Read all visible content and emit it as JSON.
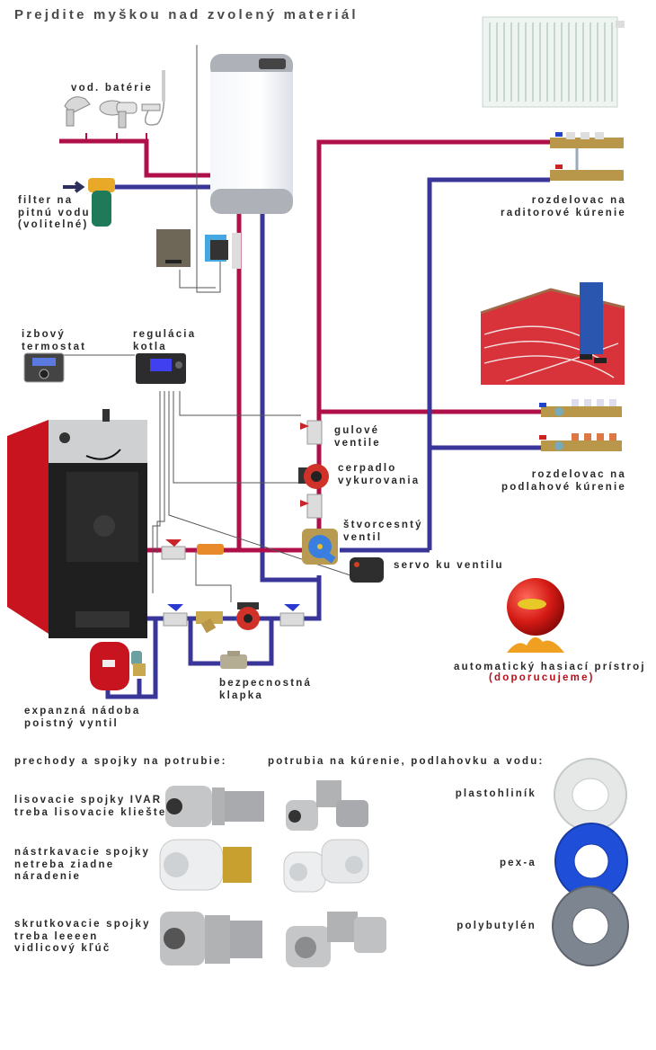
{
  "title": "Prejdite myškou nad zvolený materiál",
  "colors": {
    "hot_pipe": "#b0104a",
    "cold_pipe": "#3a3599",
    "label_text": "#2a2a2a",
    "recommend": "#b5121b"
  },
  "diagram": {
    "labels": {
      "faucets": "vod. batérie",
      "filter": "filter na\npitnú vodu\n(volitelné)",
      "radiator_manifold": "rozdelovac na\nraditorové kúrenie",
      "room_thermostat": "izbový\ntermostat",
      "boiler_control": "regulácia\nkotla",
      "ball_valves": "gulové\nventile",
      "heating_pump": "cerpadlo\nvykurovania",
      "four_way_valve": "štvorcesntý\nventil",
      "valve_servo": "servo ku ventilu",
      "floor_manifold": "rozdelovac na\npodlahové kúrenie",
      "fire_extinguisher": "automatický hasiací prístroj",
      "fire_extinguisher_note": "(doporucujeme)",
      "safety_flap": "bezpecnostná\nklapka",
      "expansion": "expanzná nádoba\npoistný vyntil"
    },
    "components": [
      "faucets-icon",
      "water-heater-icon",
      "radiator-icon",
      "water-filter-icon",
      "radiator-manifold-icon",
      "heater-controller-icon",
      "zone-valve-icon",
      "room-thermostat-icon",
      "boiler-controller-icon",
      "floor-heating-icon",
      "boiler-icon",
      "ball-valve-icon",
      "circulation-pump-icon",
      "four-way-valve-icon",
      "servo-icon",
      "floor-manifold-icon",
      "fire-ball-icon",
      "strainer-icon",
      "check-valve-icon",
      "expansion-vessel-icon",
      "safety-valve-icon",
      "temp-sensor-icon"
    ]
  },
  "products": {
    "fittings_heading": "prechody a spojky na potrubie:",
    "pipes_heading": "potrubia na kúrenie, podlahovku a vodu:",
    "fittings": [
      {
        "label": "lisovacie spojky IVAR\ntreba lisovacie kliešte"
      },
      {
        "label": "nástrkavacie spojky\nnetreba ziadne\nnáradenie"
      },
      {
        "label": "skrutkovacie spojky\ntreba leeeen\nvidlicový kľúč"
      }
    ],
    "pipes": [
      {
        "label": "plastohliník",
        "color": "#e6e8e8"
      },
      {
        "label": "pex-a",
        "color": "#1f4fd8"
      },
      {
        "label": "polybutylén",
        "color": "#7d8590"
      }
    ]
  }
}
